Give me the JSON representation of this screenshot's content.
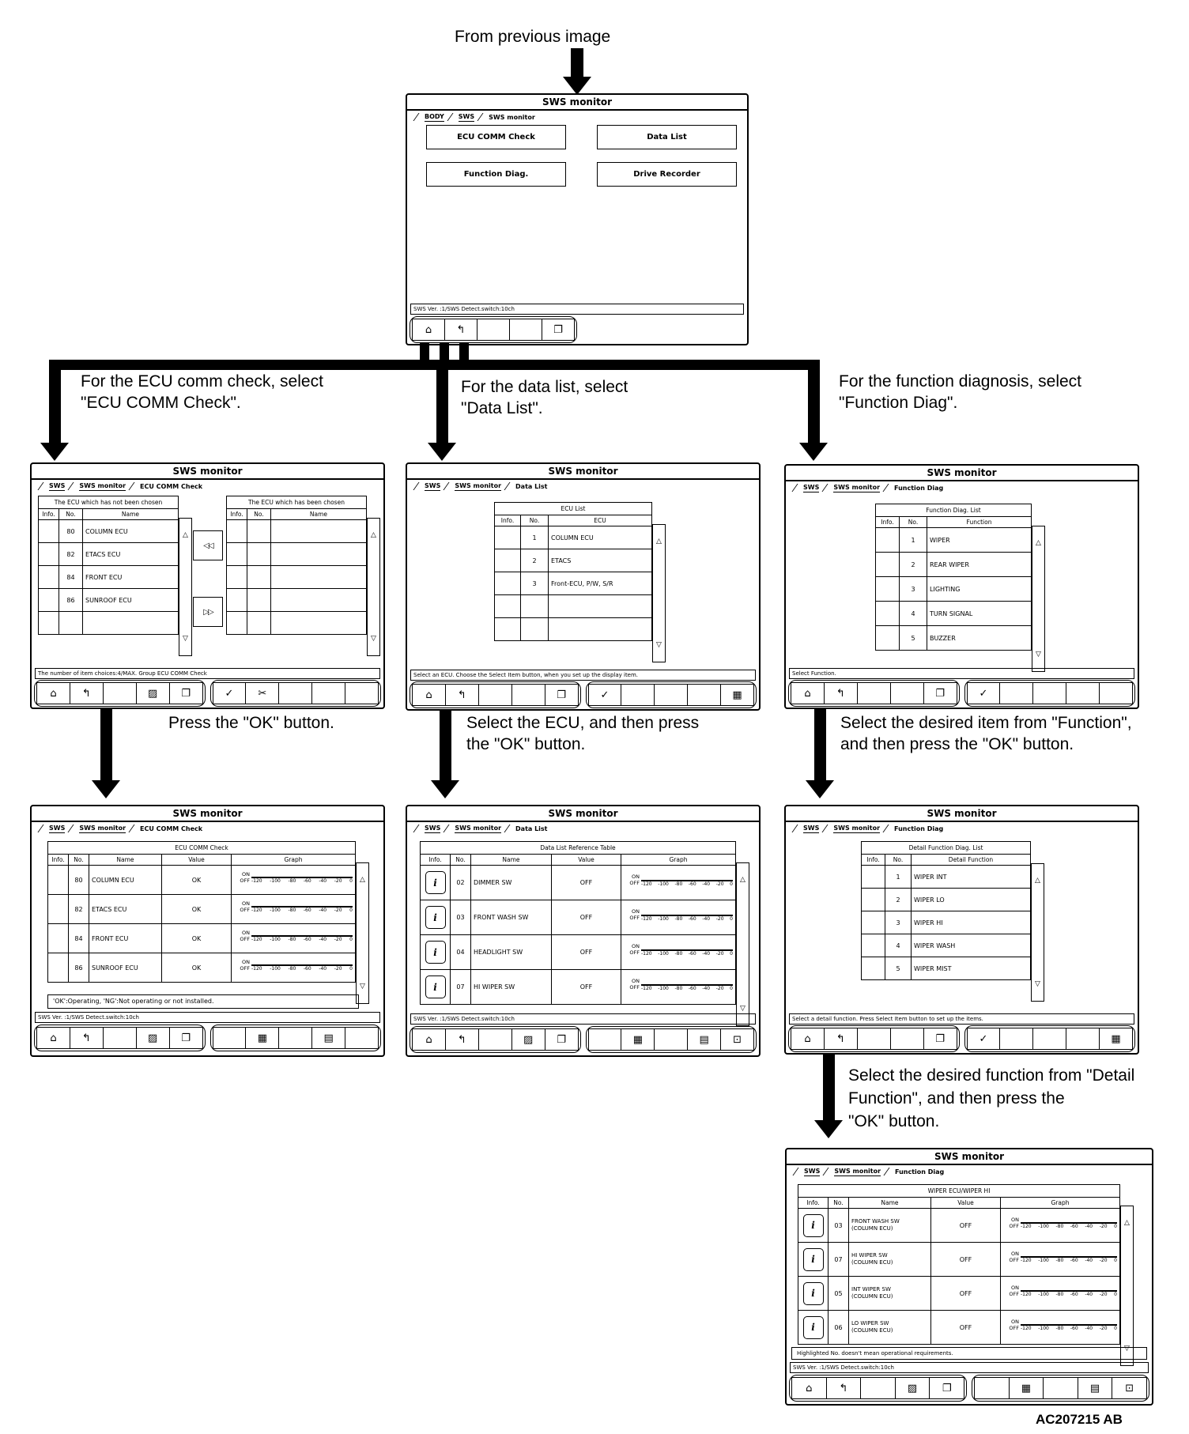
{
  "labels": {
    "from_previous_image": "From previous image",
    "caption_ecu_comm": "For the ECU comm check, select\n\"ECU COMM Check\".",
    "caption_data_list": "For the data list, select\n\"Data List\".",
    "caption_function_diag": "For the function diagnosis, select\n\"Function Diag\".",
    "caption_press_ok": "Press the \"OK\" button.",
    "caption_select_ecu": "Select the ECU, and then press\nthe \"OK\" button.",
    "caption_select_item": "Select the desired item from \"Function\",\nand then press the \"OK\" button.",
    "caption_select_function": "Select the desired function from \"Detail\nFunction\", and then press the\n\"OK\" button.",
    "drawing_code": "AC207215 AB"
  },
  "icons": {
    "home": "⌂",
    "return": "↰",
    "copy": "❐",
    "box": "▨",
    "check": "✓",
    "scissors": "✂",
    "grid": "▦",
    "printer": "▤",
    "monitor": "⊡",
    "info": "i",
    "transfer_left": "◁◁",
    "transfer_right": "▷▷",
    "scroll_up": "△",
    "scroll_down": "▽"
  },
  "graph": {
    "on": "ON",
    "off": "OFF",
    "axis": [
      "-120",
      "-100",
      "-80",
      "-60",
      "-40",
      "-20",
      "0"
    ]
  },
  "status_version": "SWS Ver. :1/SWS Detect.switch:10ch",
  "screens": {
    "menu": {
      "title": "SWS monitor",
      "tabs": [
        "BODY",
        "SWS",
        "SWS monitor"
      ],
      "buttons": [
        "ECU COMM Check",
        "Data List",
        "Function Diag.",
        "Drive Recorder"
      ]
    },
    "ecu_comm_select": {
      "title": "SWS monitor",
      "tabs": [
        "SWS",
        "SWS monitor",
        "ECU COMM Check"
      ],
      "left_list_title": "The ECU which has not been chosen",
      "right_list_title": "The ECU which has been chosen",
      "columns": [
        "Info.",
        "No.",
        "Name"
      ],
      "rows": [
        {
          "no": "80",
          "name": "COLUMN ECU"
        },
        {
          "no": "82",
          "name": "ETACS ECU"
        },
        {
          "no": "84",
          "name": "FRONT ECU"
        },
        {
          "no": "86",
          "name": "SUNROOF ECU"
        }
      ],
      "status": "The number of item choices:4/MAX. Group ECU COMM Check"
    },
    "data_list_select": {
      "title": "SWS monitor",
      "tabs": [
        "SWS",
        "SWS monitor",
        "Data List"
      ],
      "table_title": "ECU List",
      "columns": [
        "Info.",
        "No.",
        "ECU"
      ],
      "rows": [
        {
          "no": "1",
          "name": "COLUMN ECU"
        },
        {
          "no": "2",
          "name": "ETACS"
        },
        {
          "no": "3",
          "name": "Front-ECU, P/W, S/R"
        }
      ],
      "status": "Select an ECU. Choose the Select Item button, when you set up the display item."
    },
    "function_diag_select": {
      "title": "SWS monitor",
      "tabs": [
        "SWS",
        "SWS monitor",
        "Function Diag"
      ],
      "table_title": "Function Diag. List",
      "columns": [
        "Info.",
        "No.",
        "Function"
      ],
      "rows": [
        {
          "no": "1",
          "name": "WIPER"
        },
        {
          "no": "2",
          "name": "REAR WIPER"
        },
        {
          "no": "3",
          "name": "LIGHTING"
        },
        {
          "no": "4",
          "name": "TURN SIGNAL"
        },
        {
          "no": "5",
          "name": "BUZZER"
        }
      ],
      "status": "Select Function."
    },
    "ecu_comm_result": {
      "title": "SWS monitor",
      "tabs": [
        "SWS",
        "SWS monitor",
        "ECU COMM Check"
      ],
      "table_title": "ECU COMM Check",
      "columns": [
        "Info.",
        "No.",
        "Name",
        "Value",
        "Graph"
      ],
      "rows": [
        {
          "no": "80",
          "name": "COLUMN ECU",
          "value": "OK"
        },
        {
          "no": "82",
          "name": "ETACS ECU",
          "value": "OK"
        },
        {
          "no": "84",
          "name": "FRONT ECU",
          "value": "OK"
        },
        {
          "no": "86",
          "name": "SUNROOF ECU",
          "value": "OK"
        }
      ],
      "note": "'OK':Operating, 'NG':Not operating or not installed."
    },
    "data_list_table": {
      "title": "SWS monitor",
      "tabs": [
        "SWS",
        "SWS monitor",
        "Data List"
      ],
      "table_title": "Data List Reference Table",
      "columns": [
        "Info.",
        "No.",
        "Name",
        "Value",
        "Graph"
      ],
      "rows": [
        {
          "no": "02",
          "name": "DIMMER SW",
          "value": "OFF"
        },
        {
          "no": "03",
          "name": "FRONT WASH SW",
          "value": "OFF"
        },
        {
          "no": "04",
          "name": "HEADLIGHT SW",
          "value": "OFF"
        },
        {
          "no": "07",
          "name": "HI WIPER SW",
          "value": "OFF"
        }
      ]
    },
    "detail_function": {
      "title": "SWS monitor",
      "tabs": [
        "SWS",
        "SWS monitor",
        "Function Diag"
      ],
      "table_title": "Detail Function Diag. List",
      "columns": [
        "Info.",
        "No.",
        "Detail Function"
      ],
      "rows": [
        {
          "no": "1",
          "name": "WIPER INT"
        },
        {
          "no": "2",
          "name": "WIPER LO"
        },
        {
          "no": "3",
          "name": "WIPER HI"
        },
        {
          "no": "4",
          "name": "WIPER WASH"
        },
        {
          "no": "5",
          "name": "WIPER MIST"
        }
      ],
      "status": "Select a detail function. Press Select Item button to set up the items."
    },
    "wiper_hi": {
      "title": "SWS monitor",
      "tabs": [
        "SWS",
        "SWS monitor",
        "Function Diag"
      ],
      "table_title": "WIPER ECU/WIPER HI",
      "columns": [
        "Info.",
        "No.",
        "Name",
        "Value",
        "Graph"
      ],
      "rows": [
        {
          "no": "03",
          "name": "FRONT WASH SW\n(COLUMN ECU)",
          "value": "OFF"
        },
        {
          "no": "07",
          "name": "HI WIPER SW\n(COLUMN ECU)",
          "value": "OFF"
        },
        {
          "no": "05",
          "name": "INT WIPER SW\n(COLUMN ECU)",
          "value": "OFF"
        },
        {
          "no": "06",
          "name": "LO WIPER SW\n(COLUMN ECU)",
          "value": "OFF"
        }
      ],
      "note": "Highlighted No. doesn't mean operational requirements."
    }
  }
}
